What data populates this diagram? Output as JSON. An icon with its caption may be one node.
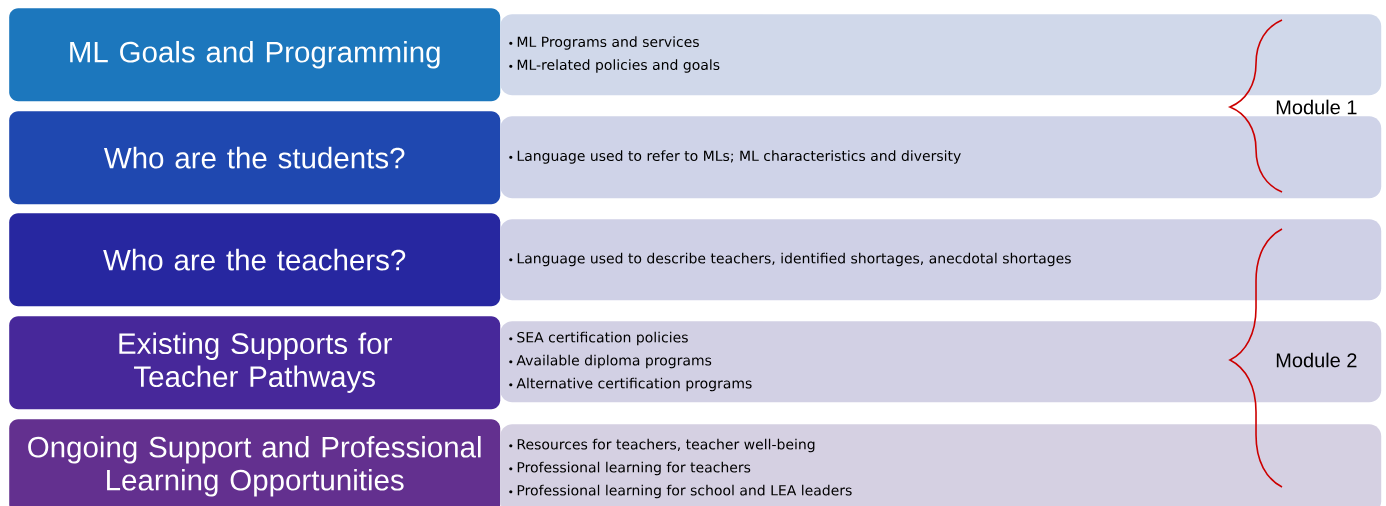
{
  "diagram": {
    "nodes": [
      {
        "text": [
          "ML Goals and Programming"
        ]
      },
      {
        "text": [
          "ML Programs and services",
          "ML-related policies and goals"
        ]
      },
      {
        "text": [
          "Who are the students?"
        ]
      },
      {
        "text": [
          "Language used to refer to MLs; ML characteristics and diversity"
        ]
      },
      {
        "text": [
          "Who are the teachers?"
        ]
      },
      {
        "text": [
          "Language used to describe teachers, identified shortages, anecdotal shortages"
        ]
      },
      {
        "text": [
          "Existing Supports for Teacher Pathways"
        ]
      },
      {
        "text": [
          "SEA certification policies",
          "Available diploma programs",
          "Alternative certification programs"
        ]
      },
      {
        "text": [
          "Ongoing Support and Professional Learning Opportunities"
        ]
      },
      {
        "text": [
          "Resources for teachers, teacher well-being",
          "Professional learning for teachers",
          "Professional learning for school and LEA leaders"
        ]
      }
    ],
    "labels": [
      "Module 1",
      "Module 2"
    ]
  }
}
